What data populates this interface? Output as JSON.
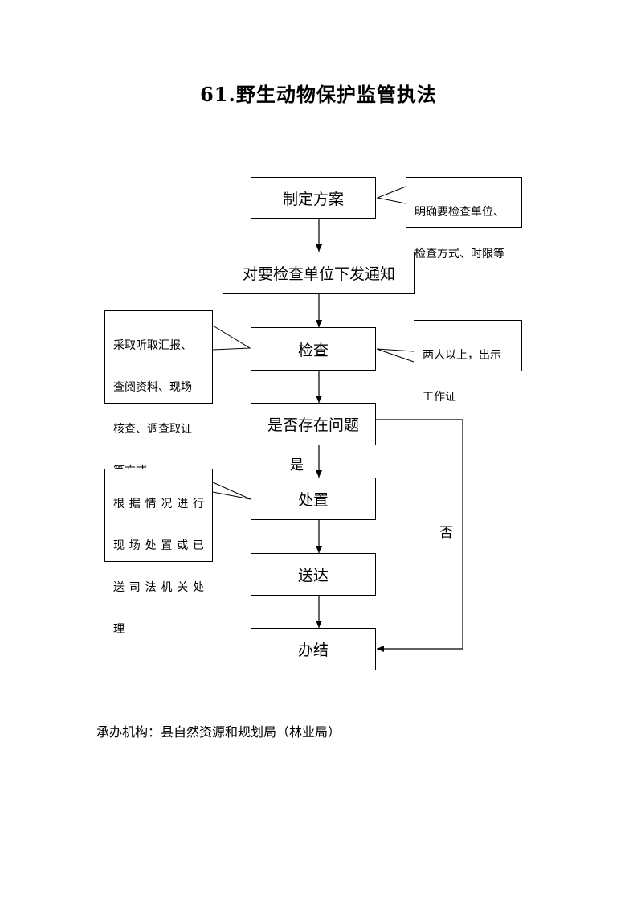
{
  "title": "61.野生动物保护监管执法",
  "steps": {
    "plan": "制定方案",
    "notify": "对要检查单位下发通知",
    "inspect": "检查",
    "problem": "是否存在问题",
    "dispose": "处置",
    "deliver": "送达",
    "close": "办结"
  },
  "notes": {
    "plan_note": [
      "明确要检查单位、",
      "检查方式、时限等"
    ],
    "inspect_method": [
      "采取听取汇报、",
      "查阅资料、现场",
      "核查、调查取证",
      "等方式"
    ],
    "inspect_staff": [
      "两人以上，出示",
      "工作证"
    ],
    "dispose_note": [
      "根据情况进行",
      "现场处置或已",
      "送司法机关处",
      "理"
    ]
  },
  "labels": {
    "yes": "是",
    "no": "否"
  },
  "footer": "承办机构：县自然资源和规划局（林业局）"
}
